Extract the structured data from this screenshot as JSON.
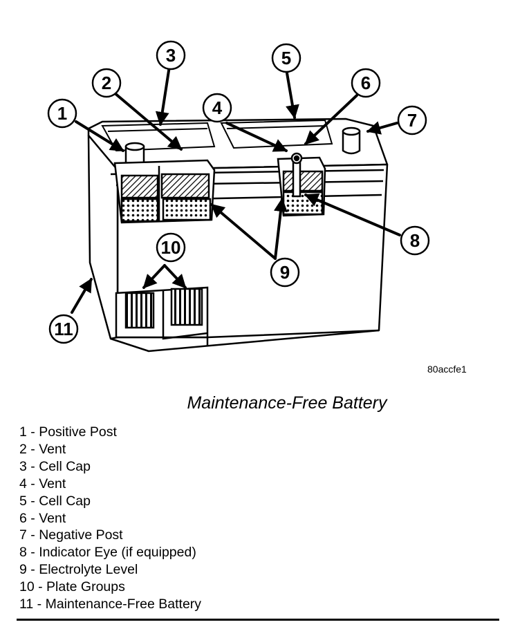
{
  "figure_code": "80accfe1",
  "caption": "Maintenance-Free Battery",
  "callouts": [
    "1",
    "2",
    "3",
    "4",
    "5",
    "6",
    "7",
    "8",
    "9",
    "10",
    "11"
  ],
  "legend": [
    {
      "num": "1",
      "label": "Positive Post"
    },
    {
      "num": "2",
      "label": "Vent"
    },
    {
      "num": "3",
      "label": "Cell Cap"
    },
    {
      "num": "4",
      "label": "Vent"
    },
    {
      "num": "5",
      "label": "Cell Cap"
    },
    {
      "num": "6",
      "label": "Vent"
    },
    {
      "num": "7",
      "label": "Negative Post"
    },
    {
      "num": "8",
      "label": "Indicator Eye (if equipped)"
    },
    {
      "num": "9",
      "label": "Electrolyte Level"
    },
    {
      "num": "10",
      "label": "Plate Groups"
    },
    {
      "num": "11",
      "label": "Maintenance-Free Battery"
    }
  ],
  "legend_separator": " - "
}
